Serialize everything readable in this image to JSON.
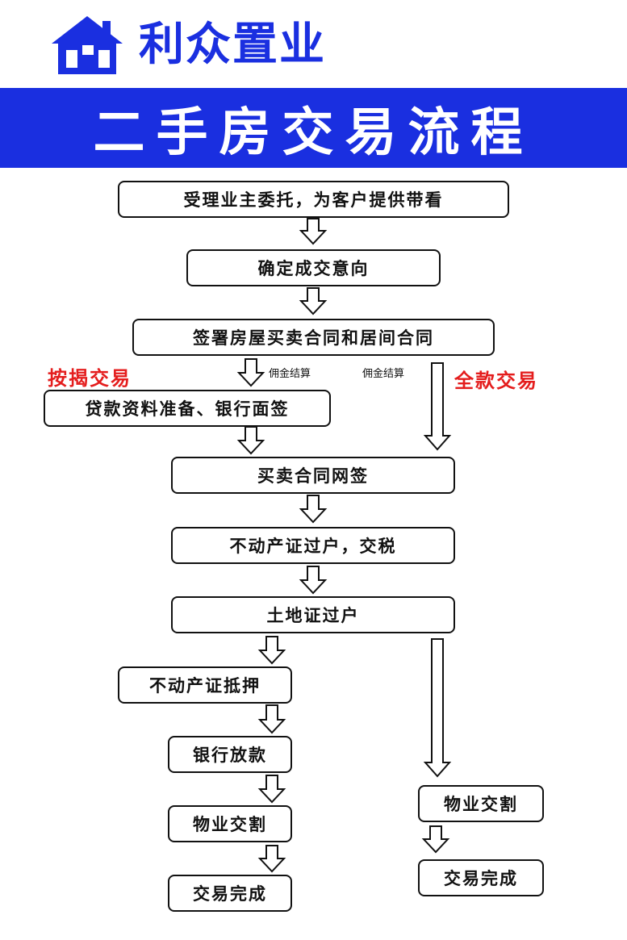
{
  "header": {
    "brand_name": "利众置业",
    "logo_icon": "house-icon",
    "title": "二手房交易流程",
    "brand_color": "#1a2fe0"
  },
  "flow": {
    "steps": {
      "entrust": "受理业主委托，为客户提供带看",
      "intent": "确定成交意向",
      "contract": "签署房屋买卖合同和居间合同",
      "loan_prep": "贷款资料准备、银行面签",
      "online_sign": "买卖合同网签",
      "property_transfer": "不动产证过户，交税",
      "land_transfer": "土地证过户",
      "mortgage": "不动产证抵押",
      "bank_loan": "银行放款",
      "handover_left": "物业交割",
      "complete_left": "交易完成",
      "handover_right": "物业交割",
      "complete_right": "交易完成"
    },
    "notes": {
      "commission_left": "佣金结算",
      "commission_right": "佣金结算"
    },
    "branches": {
      "mortgage_label": "按揭交易",
      "full_payment_label": "全款交易",
      "label_color": "#e41d1d"
    }
  }
}
